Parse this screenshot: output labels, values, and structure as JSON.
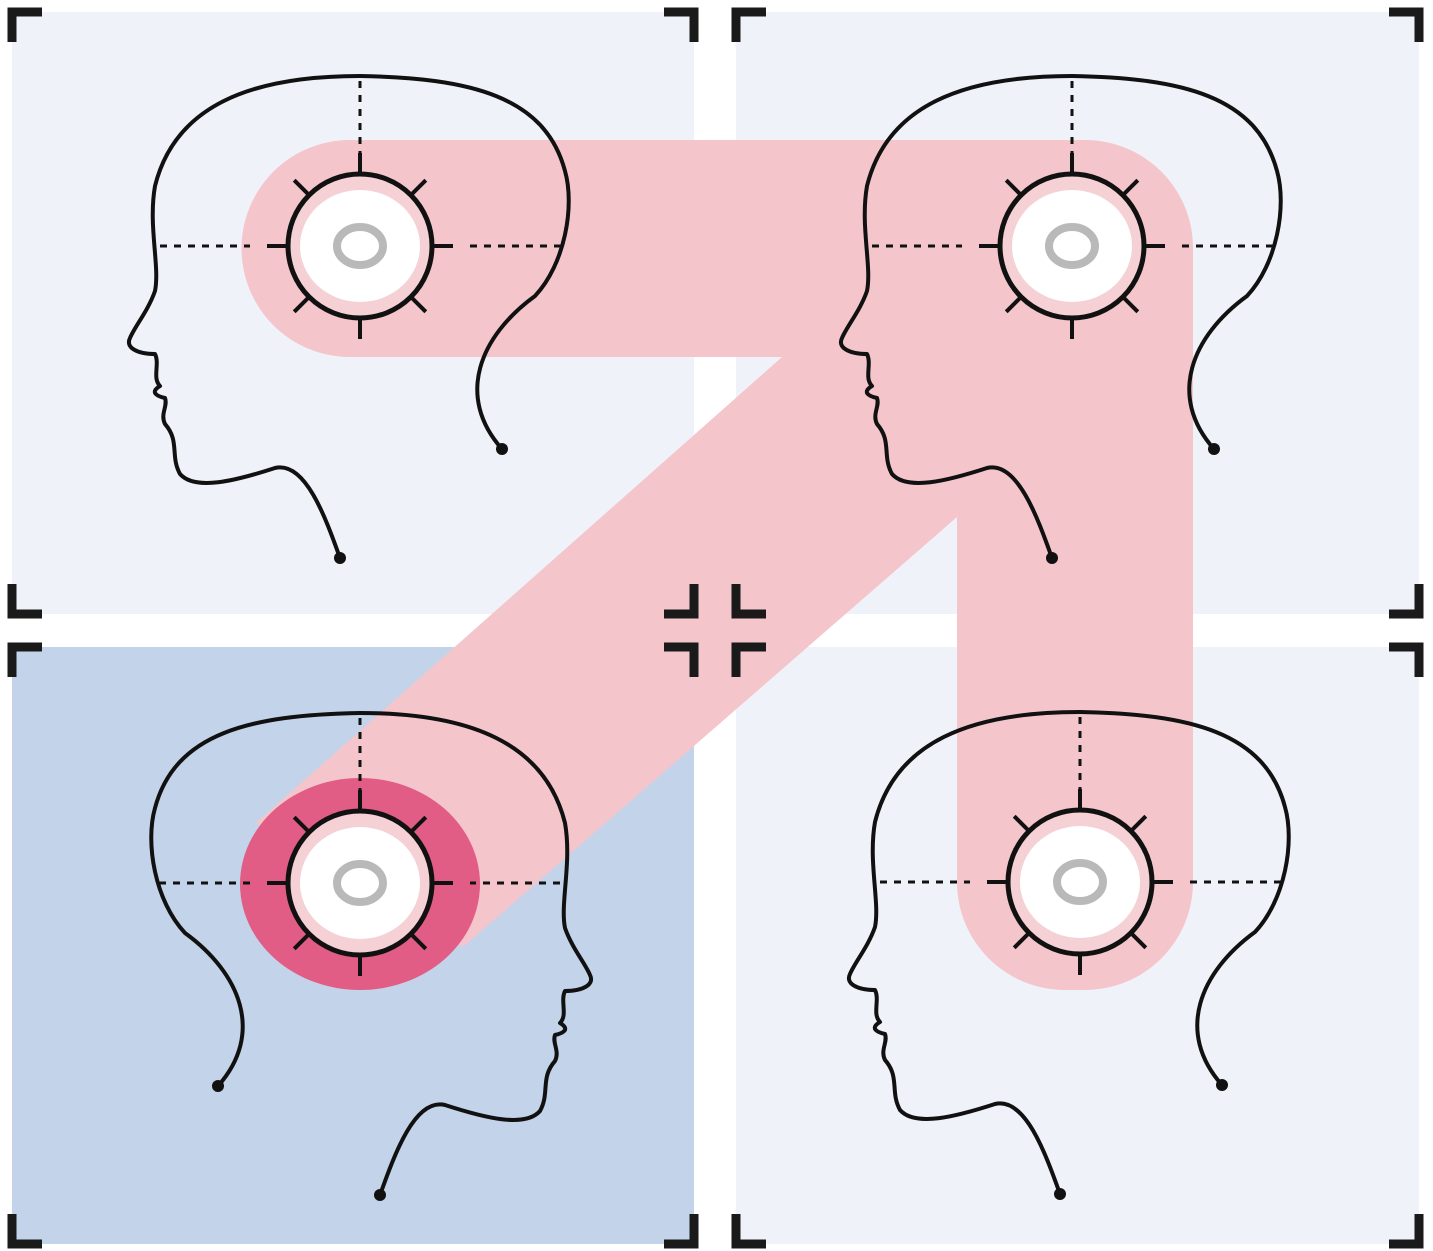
{
  "diagram": {
    "description_text": "",
    "colors": {
      "background": "#ffffff",
      "panel": "#eff2f8",
      "panel_selected": "#c3d3e9",
      "connector": "#f4c6cc",
      "source_halo": "#e15d85",
      "outline": "#111111",
      "dial_face": "#ffffff",
      "dial_ring": "#f5d0d5",
      "dial_center": "#b9b9b9",
      "corner_mark": "#1a1a1a"
    },
    "panels": [
      {
        "id": "top-left",
        "selected": false
      },
      {
        "id": "top-right",
        "selected": false
      },
      {
        "id": "bottom-left",
        "selected": true
      },
      {
        "id": "bottom-right",
        "selected": false
      }
    ],
    "heads": [
      {
        "id": "head-top-left",
        "facing": "left",
        "dial_state": "connected"
      },
      {
        "id": "head-top-right",
        "facing": "left",
        "dial_state": "connected"
      },
      {
        "id": "head-bottom-left",
        "facing": "right",
        "dial_state": "source"
      },
      {
        "id": "head-bottom-right",
        "facing": "left",
        "dial_state": "connected"
      }
    ],
    "icons": [
      "corner-bracket-icon",
      "head-profile-icon",
      "brain-dial-icon",
      "connection-path-icon"
    ]
  }
}
